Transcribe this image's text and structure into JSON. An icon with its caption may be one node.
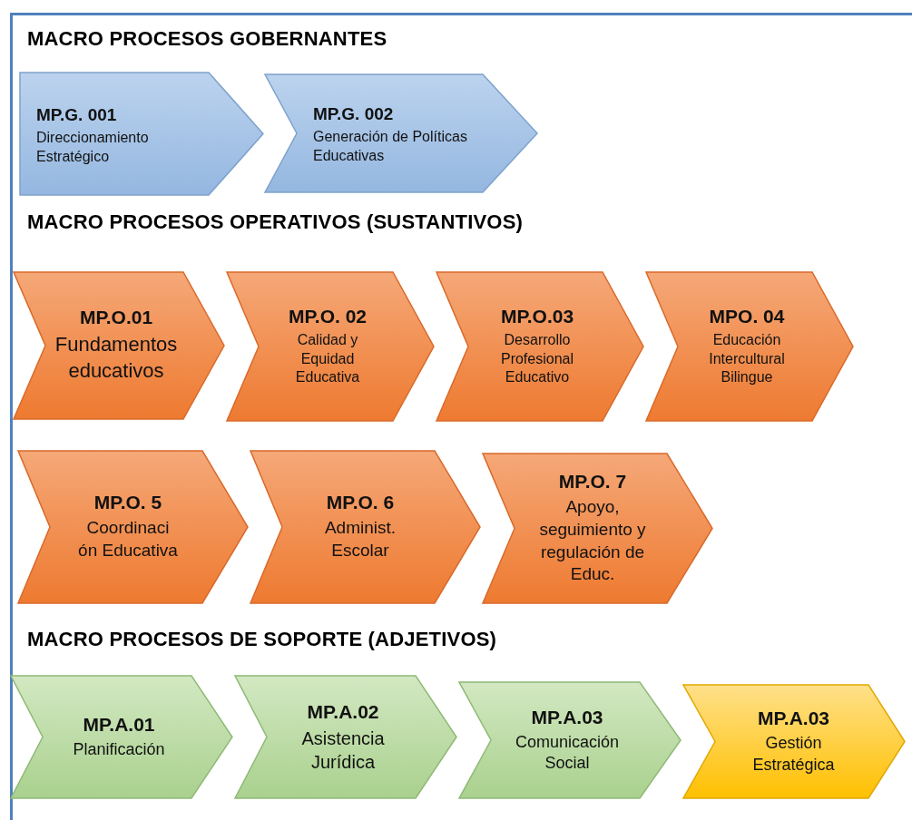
{
  "diagram": {
    "nodes": [
      {
        "text": [
          "MP.G. 001",
          "Direccionamiento Estratégico"
        ]
      },
      {
        "text": [
          "MP.G. 002",
          "Generación de Políticas Educativas"
        ]
      },
      {
        "text": [
          "MP.O.01",
          "Fundamentos educativos"
        ]
      },
      {
        "text": [
          "MP.O.  02",
          "Calidad y Equidad Educativa"
        ]
      },
      {
        "text": [
          "MP.O.03",
          "Desarrollo Profesional Educativo"
        ]
      },
      {
        "text": [
          "MPO. 04",
          "Educación Intercultural Bilingue"
        ]
      },
      {
        "text": [
          "MP.O. 5",
          "Coordinaci ón Educativa"
        ]
      },
      {
        "text": [
          "MP.O. 6",
          "Administ. Escolar"
        ]
      },
      {
        "text": [
          "MP.O. 7",
          "Apoyo, seguimiento y regulación de Educ."
        ]
      },
      {
        "text": [
          "MP.A.01",
          "Planificación"
        ]
      },
      {
        "text": [
          "MP.A.02",
          "Asistencia Jurídica"
        ]
      },
      {
        "text": [
          "MP.A.03",
          "Comunicación Social"
        ]
      },
      {
        "text": [
          "MP.A.03",
          "Gestión Estratégica"
        ]
      }
    ],
    "labels": [
      "MACRO PROCESOS GOBERNANTES",
      "MACRO PROCESOS OPERATIVOS (SUSTANTIVOS)",
      "MACRO PROCESOS DE SOPORTE (ADJETIVOS)"
    ]
  }
}
